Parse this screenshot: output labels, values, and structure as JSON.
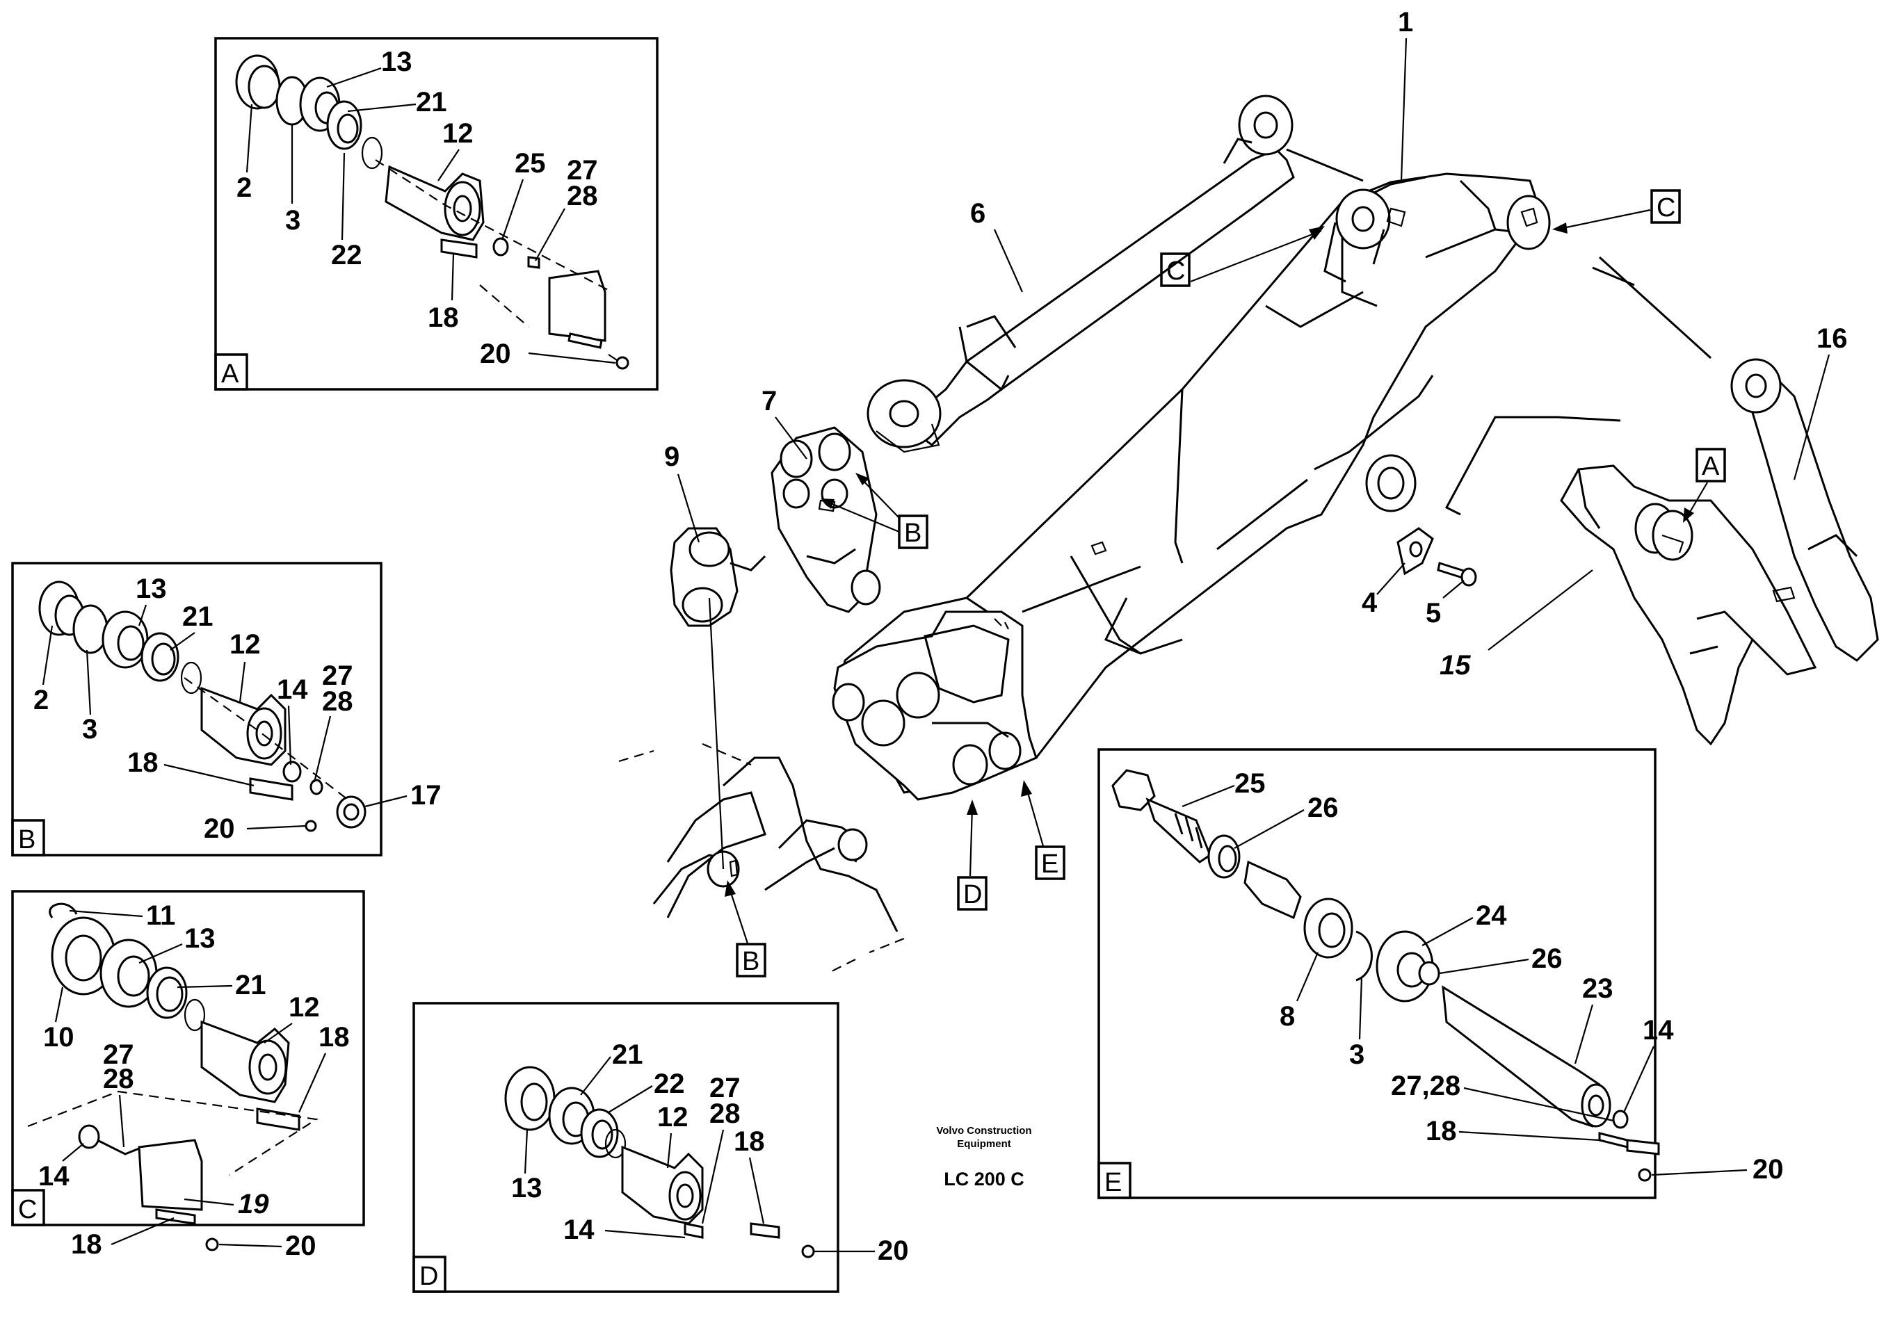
{
  "maker": {
    "line1": "Volvo Construction",
    "line2": "Equipment",
    "model": "LC 200 C"
  },
  "main": {
    "p1": "1",
    "p4": "4",
    "p5": "5",
    "p6": "6",
    "p7": "7",
    "p9": "9",
    "p15": "15",
    "p16": "16",
    "ref_c1": "C",
    "ref_c2": "C",
    "ref_b1": "B",
    "ref_b2": "B",
    "ref_a": "A",
    "ref_d": "D",
    "ref_e": "E"
  },
  "panel_a": {
    "title": "A",
    "labels": {
      "l13": "13",
      "l21": "21",
      "l12": "12",
      "l2": "2",
      "l3": "3",
      "l22": "22",
      "l25": "25",
      "l27": "27",
      "l28": "28",
      "l18": "18",
      "l20": "20"
    }
  },
  "panel_b": {
    "title": "B",
    "labels": {
      "l13": "13",
      "l21": "21",
      "l12": "12",
      "l2": "2",
      "l3": "3",
      "l14": "14",
      "l27": "27",
      "l28": "28",
      "l18": "18",
      "l17": "17",
      "l20": "20"
    }
  },
  "panel_c": {
    "title": "C",
    "labels": {
      "l11": "11",
      "l13": "13",
      "l21": "21",
      "l12": "12",
      "l10": "10",
      "l27": "27",
      "l28": "28",
      "l18a": "18",
      "l19": "19",
      "l14": "14",
      "l18b": "18",
      "l20": "20"
    }
  },
  "panel_d": {
    "title": "D",
    "labels": {
      "l21": "21",
      "l22": "22",
      "l27": "27",
      "l28": "28",
      "l12": "12",
      "l18": "18",
      "l13": "13",
      "l14": "14",
      "l20": "20"
    }
  },
  "panel_e": {
    "title": "E",
    "labels": {
      "l25": "25",
      "l26a": "26",
      "l24": "24",
      "l26b": "26",
      "l8": "8",
      "l3": "3",
      "l23": "23",
      "l14": "14",
      "l2728": "27,28",
      "l18": "18",
      "l20": "20"
    }
  }
}
